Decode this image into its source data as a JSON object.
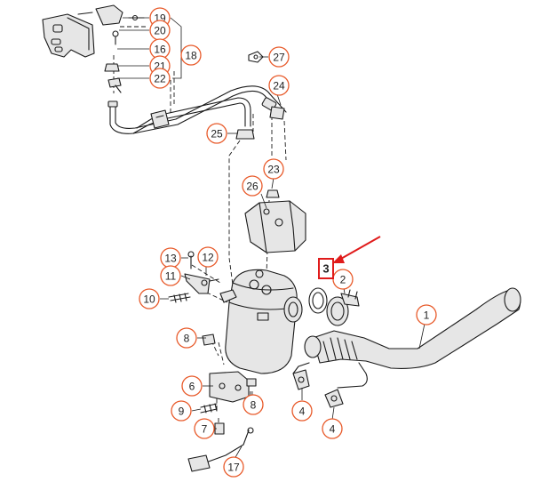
{
  "colors": {
    "callout_stroke": "#e85a2a",
    "highlight": "#e01b1b",
    "line": "#1a1a1a"
  },
  "callouts": [
    {
      "label": "19"
    },
    {
      "label": "20"
    },
    {
      "label": "16"
    },
    {
      "label": "18"
    },
    {
      "label": "21"
    },
    {
      "label": "22"
    },
    {
      "label": "27"
    },
    {
      "label": "24"
    },
    {
      "label": "25"
    },
    {
      "label": "23"
    },
    {
      "label": "26"
    },
    {
      "label": "13"
    },
    {
      "label": "12"
    },
    {
      "label": "11"
    },
    {
      "label": "10"
    },
    {
      "label": "2"
    },
    {
      "label": "1"
    },
    {
      "label": "8"
    },
    {
      "label": "6"
    },
    {
      "label": "8"
    },
    {
      "label": "9"
    },
    {
      "label": "4"
    },
    {
      "label": "4"
    },
    {
      "label": "7"
    },
    {
      "label": "17"
    }
  ],
  "highlight": {
    "label": "3"
  }
}
